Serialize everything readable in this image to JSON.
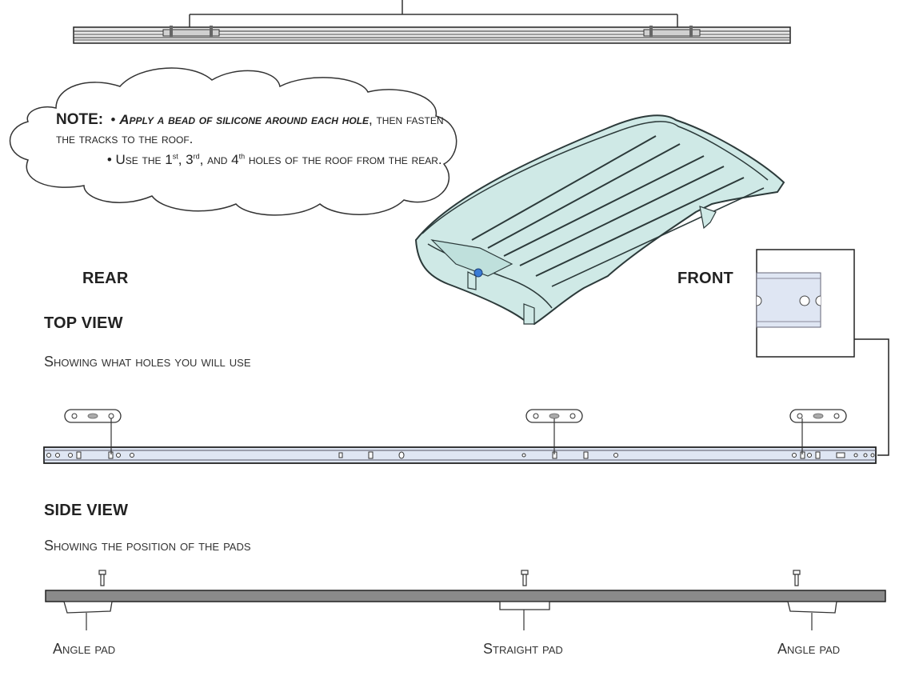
{
  "note": {
    "label": "NOTE:",
    "bullet1_em": "Apply a bead of silicone around each hole",
    "bullet1_rest": ", then fasten the tracks to the roof.",
    "bullet2_a": "Use the 1",
    "bullet2_sup1": "st",
    "bullet2_b": ", 3",
    "bullet2_sup2": "rd",
    "bullet2_c": ", and 4",
    "bullet2_sup3": "th",
    "bullet2_d": " holes of the roof from the rear."
  },
  "labels": {
    "rear": "REAR",
    "front": "FRONT"
  },
  "top_view": {
    "heading": "TOP VIEW",
    "caption": "Showing what holes you will use"
  },
  "side_view": {
    "heading": "SIDE VIEW",
    "caption": "Showing the position of the pads",
    "pads": [
      "Angle pad",
      "Straight pad",
      "Angle pad"
    ]
  },
  "colors": {
    "roof_fill": "#cfe9e6",
    "roof_stroke": "#2c3a3a",
    "track_fill": "#dfe6f3",
    "side_bar": "#8a8a8a",
    "hole_marker": "#3a7bd5"
  }
}
